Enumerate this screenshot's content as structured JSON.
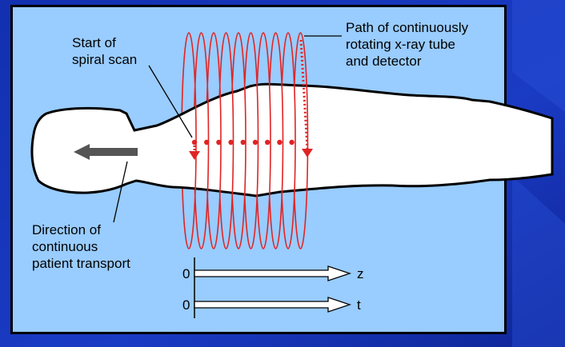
{
  "colors": {
    "background": "#1a2ea8",
    "panel": "#99ccff",
    "spiral": "#e02424",
    "patient_fill": "#ffffff",
    "arrow": "#555555"
  },
  "labels": {
    "start": [
      "Start of",
      "spiral scan"
    ],
    "path": [
      "Path of continuously",
      "rotating x-ray tube",
      "and detector"
    ],
    "direction": [
      "Direction of",
      "continuous",
      "patient transport"
    ]
  },
  "axes": [
    {
      "origin": "0",
      "name": "z"
    },
    {
      "origin": "0",
      "name": "t"
    }
  ]
}
